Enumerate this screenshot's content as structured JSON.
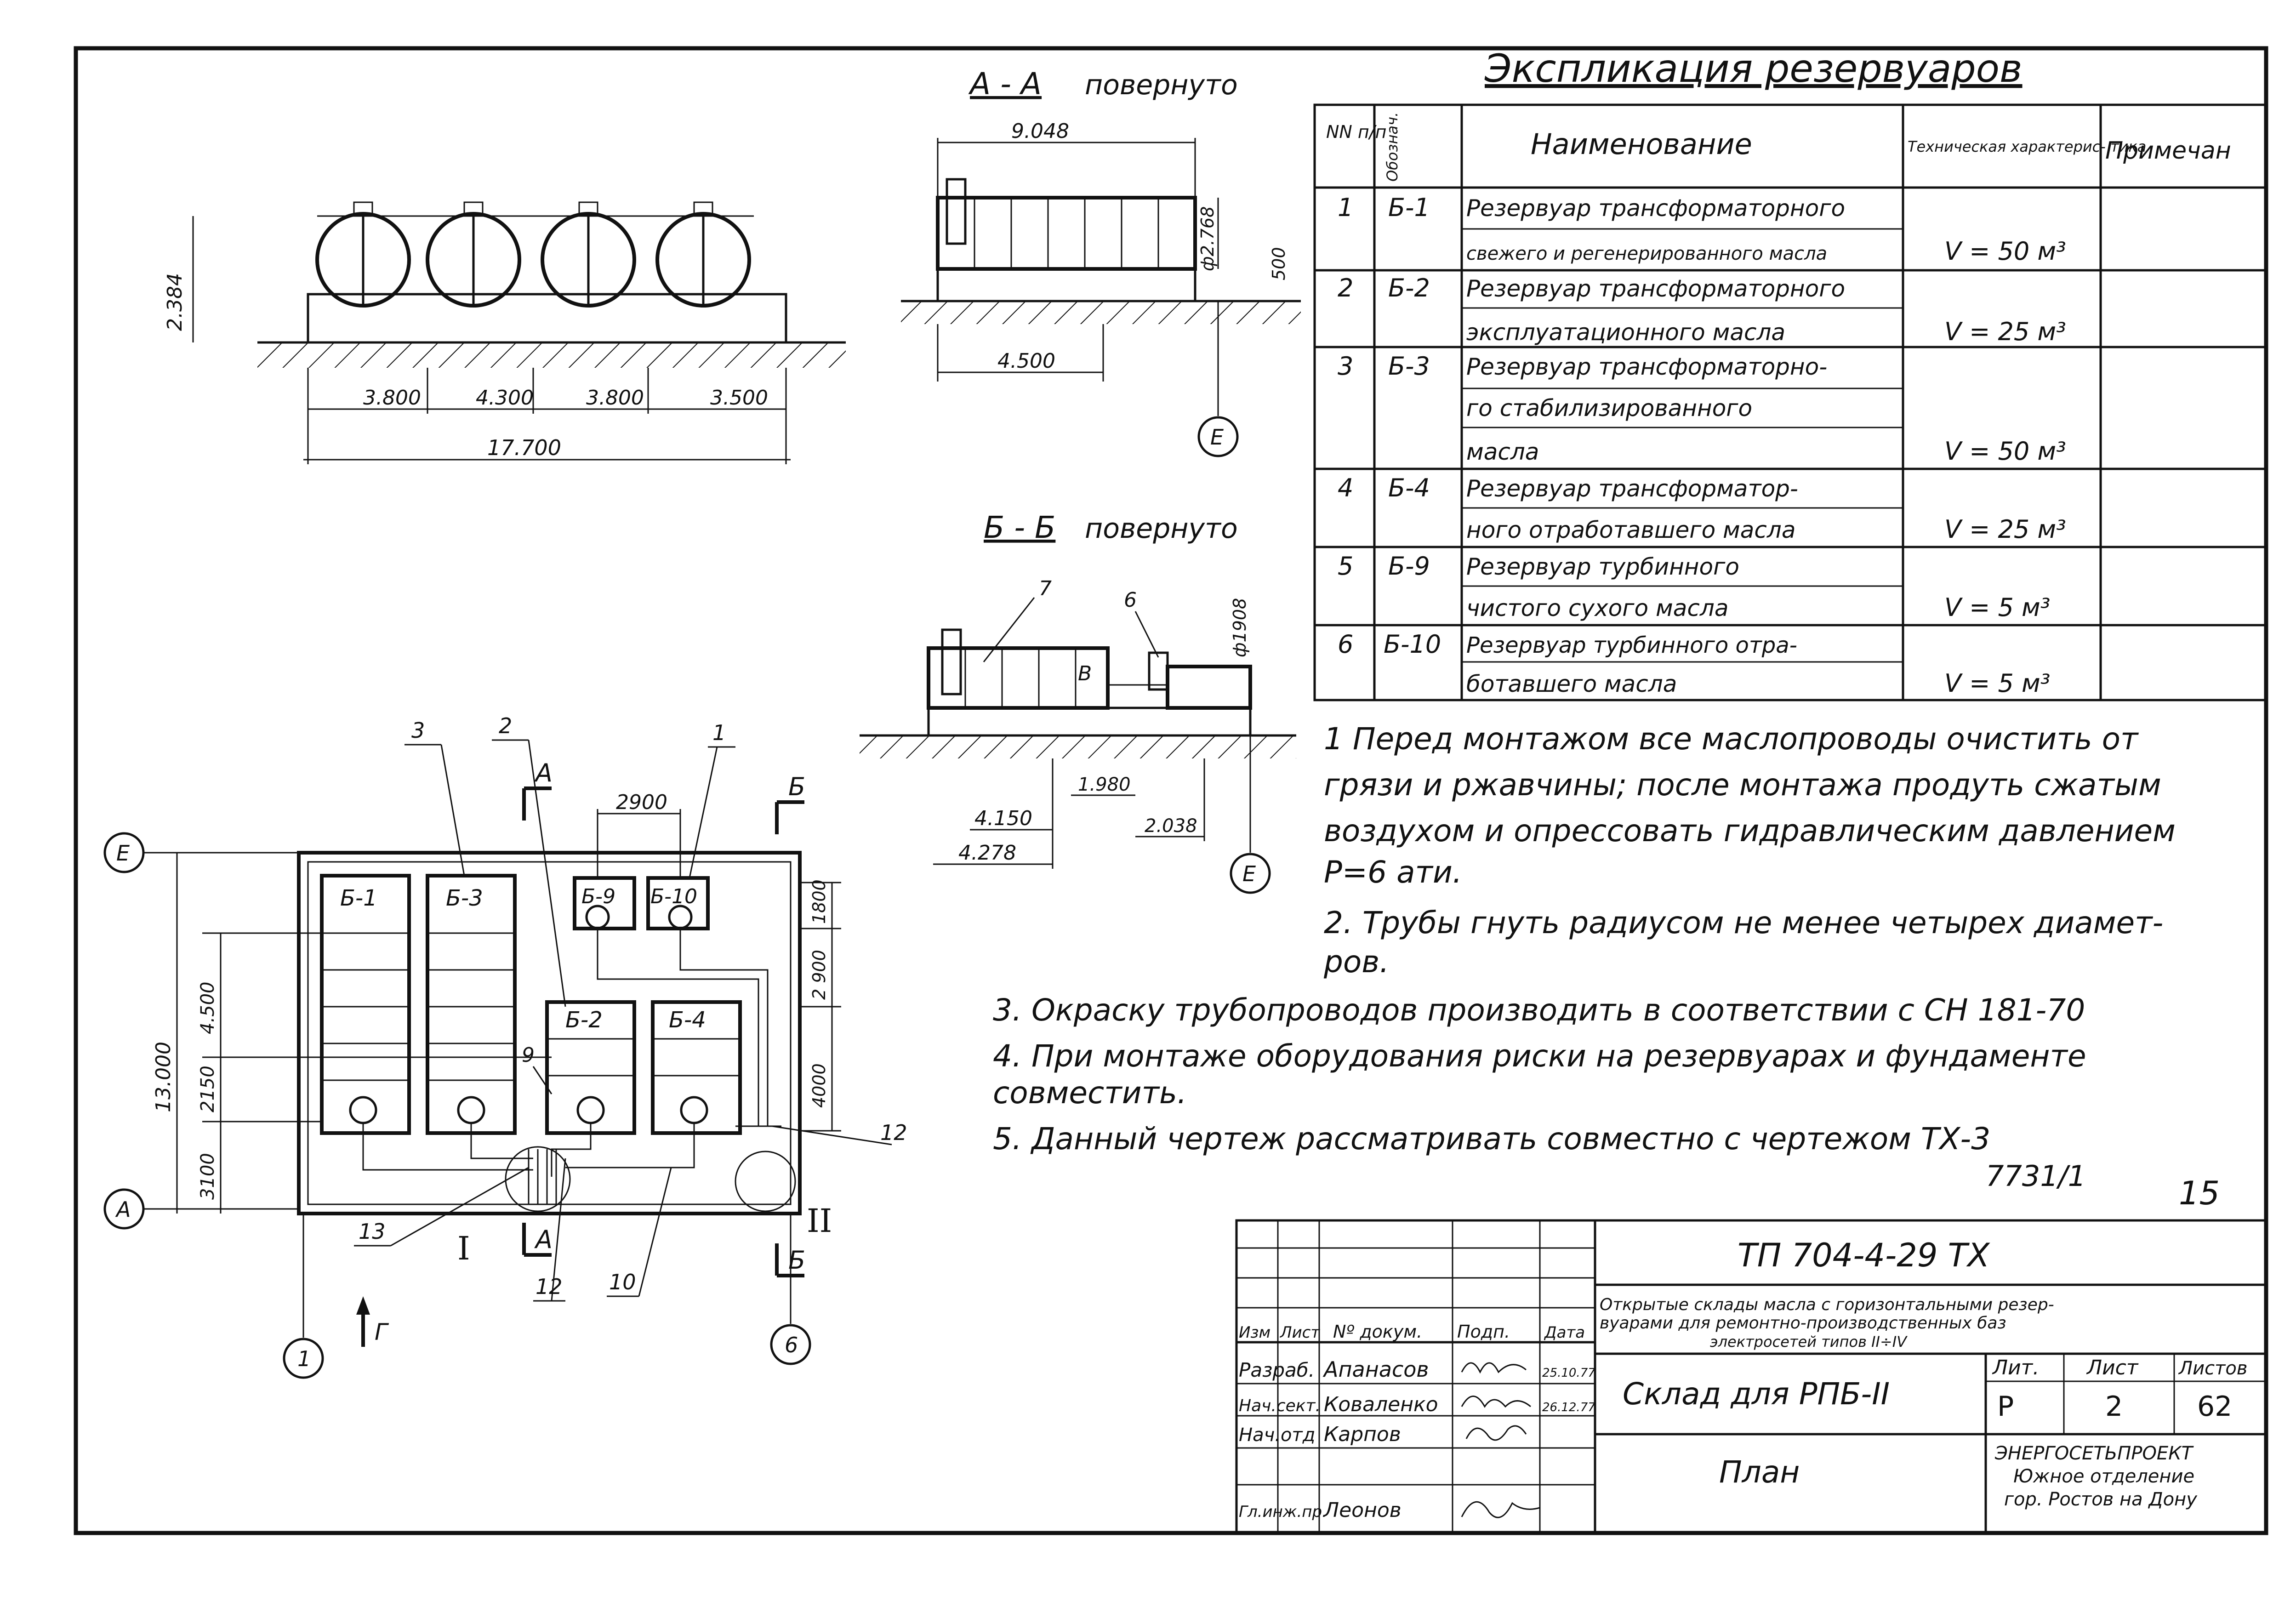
{
  "section_aa": {
    "title": "А - А",
    "title_suffix": "повернуто",
    "dim_total": "17.700",
    "dim_spacings": [
      "3.800",
      "4.300",
      "3.800",
      "3.500"
    ],
    "dim_height": "2.384",
    "side_dim_length": "9.048",
    "side_dim_base": "4.500",
    "side_dim_diameter": "ф2.768",
    "side_dim_elevation": "500",
    "axis_label": "Е"
  },
  "section_bb": {
    "title": "Б - Б",
    "title_suffix": "повернуто",
    "dim_diameter": "ф1908",
    "leader_7": "7",
    "leader_6": "6",
    "flow_label": "В",
    "dim_a": "4.150",
    "dim_b": "4.278",
    "dim_c": "1.980",
    "dim_d": "2.038",
    "axis_label": "Е"
  },
  "explication": {
    "title": "Экспликация резервуаров",
    "headers": {
      "num": "NN п/п",
      "code": "Обознач.",
      "name": "Наименование",
      "spec": "Техническая характерис- тика",
      "note": "Примечан"
    },
    "rows": [
      [
        "1",
        "Б-1",
        "Резервуар трансформаторного",
        ""
      ],
      [
        "",
        "",
        "свежего и регенерированного масла",
        "V = 50 м³"
      ],
      [
        "2",
        "Б-2",
        "Резервуар трансформаторного",
        ""
      ],
      [
        "",
        "",
        "эксплуатационного масла",
        "V = 25 м³"
      ],
      [
        "3",
        "Б-3",
        "Резервуар трансформаторно-",
        ""
      ],
      [
        "",
        "",
        "го стабилизированного",
        ""
      ],
      [
        "",
        "",
        "масла",
        "V = 50 м³"
      ],
      [
        "4",
        "Б-4",
        "Резервуар трансформатор-",
        ""
      ],
      [
        "",
        "",
        "ного отработавшего масла",
        "V = 25 м³"
      ],
      [
        "5",
        "Б-9",
        "Резервуар турбинного",
        ""
      ],
      [
        "",
        "",
        "чистого сухого масла",
        "V = 5 м³"
      ],
      [
        "6",
        "Б-10",
        "Резервуар турбинного отра-",
        ""
      ],
      [
        "",
        "",
        "ботавшего масла",
        "V = 5 м³"
      ]
    ]
  },
  "notes": [
    "1 Перед монтажом все маслопроводы очистить от",
    "грязи и ржавчины; после монтажа продуть сжатым",
    "воздухом и опрессовать гидравлическим давлением",
    "Р=6 ати.",
    "2. Трубы гнуть радиусом не менее четырех диамет-",
    "ров.",
    "3. Окраску трубопроводов производить в соответствии с СН 181-70",
    "4. При монтаже оборудования риски на резервуарах и фундаменте",
    "совместить.",
    "5. Данный чертеж рассматривать совместно с чертежом ТХ-3"
  ],
  "drawing_no": "7731/1",
  "page_num": "15",
  "plan": {
    "tanks": [
      "Б-1",
      "Б-3",
      "Б-9",
      "Б-10",
      "Б-2",
      "Б-4"
    ],
    "leaders_top": [
      "3",
      "2",
      "1"
    ],
    "section_marks": [
      "А",
      "Б",
      "А",
      "Б"
    ],
    "dim_2900_top": "2900",
    "left_dims": [
      "13.000",
      "4.500",
      "2150",
      "3100"
    ],
    "right_dims": [
      "1800",
      "2 900",
      "4000"
    ],
    "leader_9": "9",
    "leader_12_right": "12",
    "leader_13": "13",
    "leader_12_bottom": "12",
    "leader_10": "10",
    "node_1": "I",
    "node_2": "II",
    "axis_E": "Е",
    "axis_A": "А",
    "axis_1": "1",
    "axis_6": "6",
    "north_label": "Г"
  },
  "title_block": {
    "project_code": "ТП 704-4-29 ТХ",
    "project_desc_1": "Открытые склады масла с горизонтальными резер-",
    "project_desc_2": "вуарами для ремонтно-производственных баз",
    "project_desc_3": "электросетей типов II÷IV",
    "col_headers": [
      "Изм",
      "Лист",
      "Nº докум.",
      "Подп.",
      "Дата"
    ],
    "staff": [
      {
        "role": "Разраб.",
        "name": "Апанасов",
        "date": "25.10.77"
      },
      {
        "role": "Нач.сект.",
        "name": "Коваленко",
        "date": "26.12.77"
      },
      {
        "role": "Нач.отд",
        "name": "Карпов",
        "date": ""
      },
      {
        "role": "Гл.инж.пр.",
        "name": "Леонов",
        "date": ""
      }
    ],
    "sheet_title": "Склад для РПБ-II",
    "sheet_subtitle": "План",
    "lit_header": "Лит.",
    "sheet_header": "Лист",
    "sheets_header": "Листов",
    "lit": "Р",
    "sheet": "2",
    "sheets": "62",
    "org_1": "ЭНЕРГОСЕТЬПРОЕКТ",
    "org_2": "Южное отделение",
    "org_3": "гор. Ростов на Дону"
  }
}
